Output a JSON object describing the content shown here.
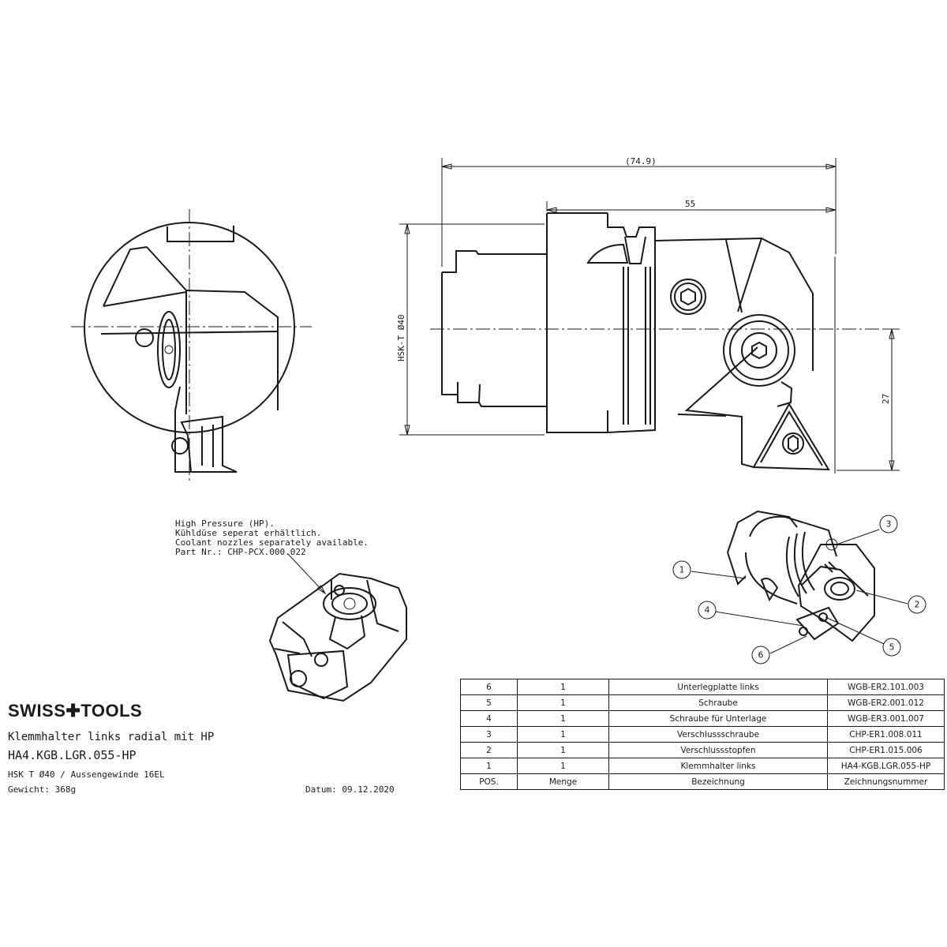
{
  "dimensions": {
    "overall_length": "(74.9)",
    "body_length": "55",
    "shank": "HSK-T Ø40",
    "height": "27"
  },
  "note": {
    "lines": [
      "High Pressure (HP).",
      "Kühldüse seperat erhältlich.",
      "Coolant nozzles separately available.",
      "Part Nr.: CHP-PCX.000.022"
    ]
  },
  "balloons": [
    "1",
    "2",
    "3",
    "4",
    "5",
    "6"
  ],
  "title_block": {
    "brand": "SWISS✚TOOLS",
    "title": "Klemmhalter links radial mit HP",
    "part_number": "HA4.KGB.LGR.055-HP",
    "spec_line": "HSK T Ø40 / Aussengewinde 16EL",
    "weight": "Gewicht: 368g",
    "date": "Datum: 09.12.2020"
  },
  "bom": {
    "headers": [
      "POS.",
      "Menge",
      "Bezeichnung",
      "Zeichnungsnummer"
    ],
    "rows": [
      [
        "6",
        "1",
        "Unterlegplatte links",
        "WGB-ER2.101.003"
      ],
      [
        "5",
        "1",
        "Schraube",
        "WGB-ER2.001.012"
      ],
      [
        "4",
        "1",
        "Schraube für Unterlage",
        "WGB-ER3.001.007"
      ],
      [
        "3",
        "1",
        "Verschlussschraube",
        "CHP-ER1.008.011"
      ],
      [
        "2",
        "1",
        "Verschlussstopfen",
        "CHP-ER1.015.006"
      ],
      [
        "1",
        "1",
        "Klemmhalter links",
        "HA4-KGB.LGR.055-HP"
      ]
    ]
  }
}
